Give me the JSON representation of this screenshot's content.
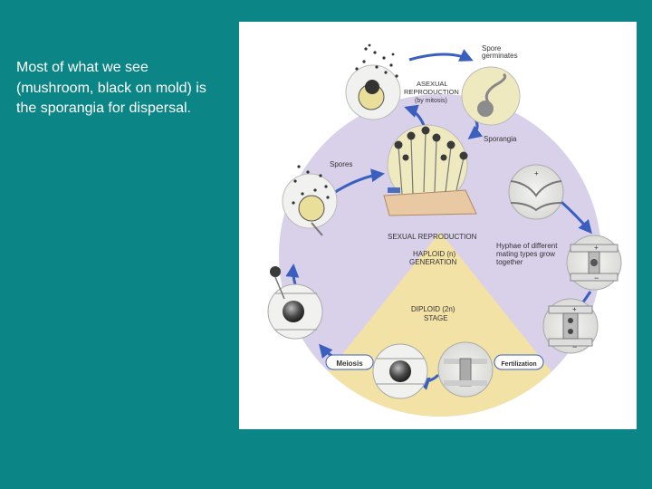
{
  "slide": {
    "body_text": "Most of what we see (mushroom, black on mold) is the sporangia for dispersal."
  },
  "diagram": {
    "labels": {
      "spore_germinates_line1": "Spore",
      "spore_germinates_line2": "germinates",
      "asexual_line1": "ASEXUAL",
      "asexual_line2": "REPRODUCTION",
      "asexual_line3": "(by mitosis)",
      "sporangia": "Sporangia",
      "spores": "Spores",
      "sexual_reproduction": "SEXUAL REPRODUCTION",
      "haploid_line1": "HAPLOID (n)",
      "haploid_line2": "GENERATION",
      "hyphae_line1": "Hyphae of different",
      "hyphae_line2": "mating types grow",
      "hyphae_line3": "together",
      "diploid_line1": "DIPLOID (2n)",
      "diploid_line2": "STAGE",
      "meiosis": "Meiosis",
      "fertilization": "Fertilization",
      "plus_sign": "+",
      "minus_sign": "−"
    },
    "colors": {
      "background": "#0b8585",
      "haploid_region": "#d9d0ea",
      "diploid_region": "#f3e2a6",
      "arrow": "#3a5fbf",
      "circle_bg": "#f1f1ef",
      "sporangium": "#3a3a3a",
      "bread": "#e8c9a4"
    }
  }
}
